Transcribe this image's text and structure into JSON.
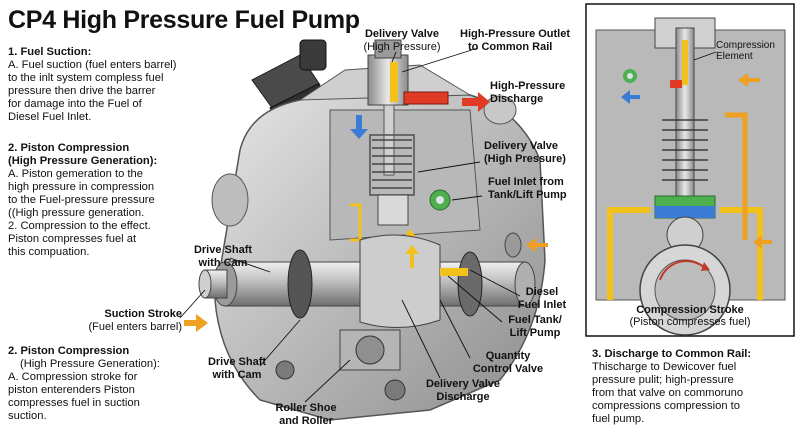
{
  "title": "CP4 High Pressure Fuel Pump",
  "sections": {
    "fuel_suction": {
      "heading": "1. Fuel Suction:",
      "lines": [
        "A. Fuel suction (fuel enters barrel)",
        "to the inlt system compless fuel",
        "pressure then drive the barrer",
        "for damage into the Fuel of",
        "Diesel Fuel Inlet."
      ]
    },
    "piston_compression_1": {
      "heading_1": "2. Piston Compression",
      "heading_2": "(High Pressure Generation):",
      "lines": [
        "A. Piston gemeration to the",
        "high pressure in compression",
        "to the Fuel-pressure pressure",
        "((High pressure generation.",
        "2. Compression to the effect.",
        "Piston compresses fuel at",
        "this compuation."
      ]
    },
    "piston_compression_2": {
      "heading": "2. Piston Compression",
      "subheading": "(High Pressure Generation):",
      "lines": [
        "A. Compression stroke for",
        "piston enterenders Piston",
        "compresses fuel in suction",
        "suction."
      ]
    },
    "discharge": {
      "heading": "3. Discharge to Common Rail:",
      "lines": [
        "Thischarge to Dewicover fuel",
        "pressure pulit; high-pressure",
        "from that valve on commoruno",
        "compressions compression to",
        "fuel pump."
      ]
    }
  },
  "labels": {
    "delivery_valve_top": {
      "line1": "Delivery Valve",
      "line2": "(High Pressure)"
    },
    "hp_outlet": {
      "line1": "High-Pressure Outlet",
      "line2": "to Common Rail"
    },
    "hp_discharge": {
      "line1": "High-Pressure",
      "line2": "Discharge"
    },
    "delivery_valve_mid": {
      "line1": "Delivery Valve",
      "line2": "(High Pressure)"
    },
    "fuel_inlet_tank": {
      "line1": "Fuel Inlet from",
      "line2": "Tank/Lift Pump"
    },
    "drive_shaft_cam_1": {
      "line1": "Drive Shaft",
      "line2": "with Cam"
    },
    "diesel_fuel_inlet": {
      "line1": "Diesel",
      "line2": "Fuel Inlet"
    },
    "suction_stroke": {
      "line1": "Suction Stroke",
      "line2": "(Fuel enters barrel)"
    },
    "fuel_tank_lift": {
      "line1": "Fuel Tank/",
      "line2": "Lift Pump"
    },
    "quantity_control": {
      "line1": "Quantity",
      "line2": "Control Valve"
    },
    "drive_shaft_cam_2": {
      "line1": "Drive Shaft",
      "line2": "with Cam"
    },
    "delivery_valve_discharge": {
      "line1": "Delivery Valve",
      "line2": "Discharge"
    },
    "roller_shoe": {
      "line1": "Roller Shoe",
      "line2": "and Roller"
    },
    "compression_element": {
      "line1": "Compression",
      "line2": "Element"
    }
  },
  "inset": {
    "title": "Compression Stroke",
    "subtitle": "(Piston compresses fuel)"
  },
  "colors": {
    "metal_light": "#d8d8d8",
    "metal_mid": "#a9a9a9",
    "metal_dark": "#6b6b6b",
    "fuel_yellow": "#f2c21b",
    "pressure_red": "#e03b24",
    "arrow_orange": "#f0a020",
    "valve_green": "#4caf50",
    "element_blue": "#3a7bd5"
  }
}
